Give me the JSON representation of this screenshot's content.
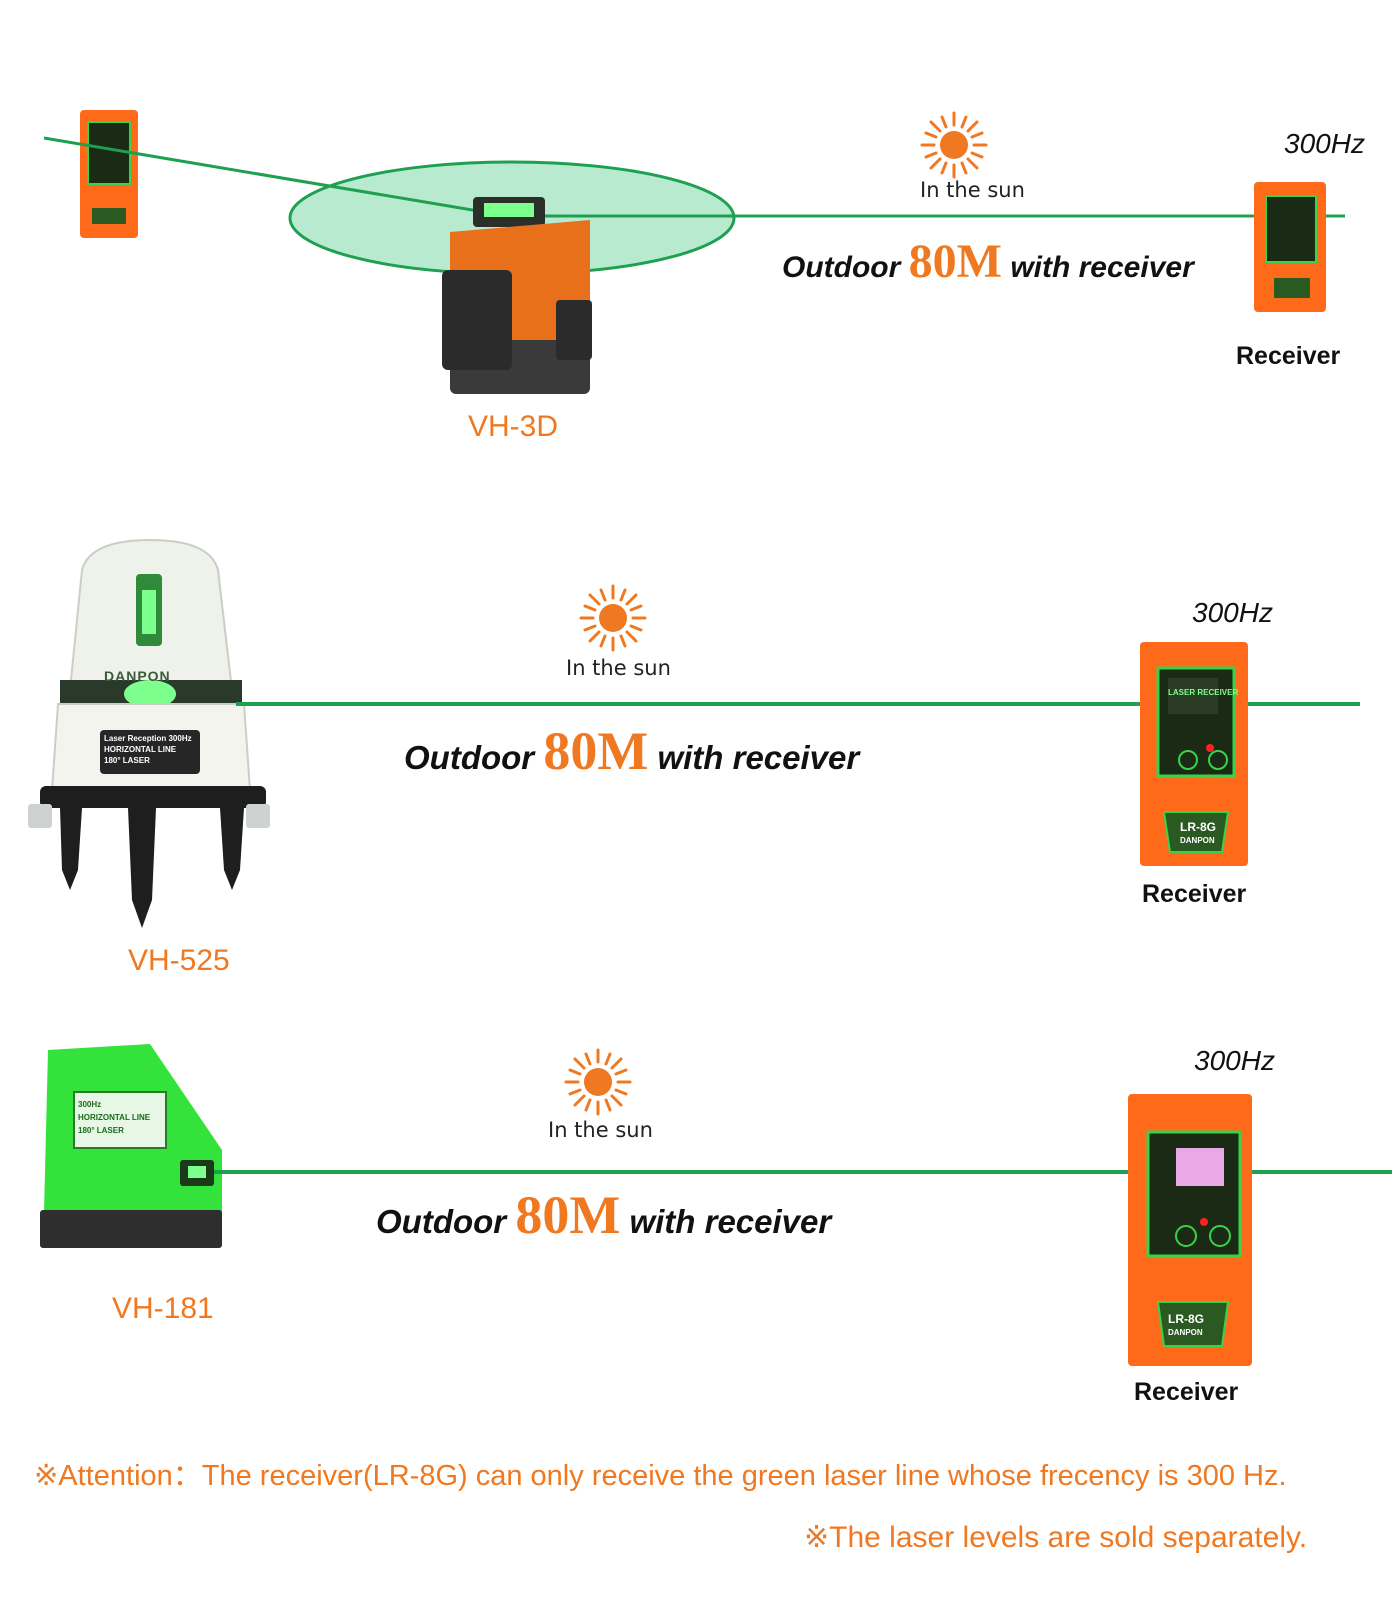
{
  "colors": {
    "orange": "#f07820",
    "laser_green": "#1fa050",
    "device_green": "#34e23c",
    "receiver_orange": "#ff6a1a"
  },
  "sections": [
    {
      "model": "VH-3D",
      "sun_text": "In the sun",
      "outdoor_prefix": "Outdoor",
      "outdoor_distance": "80M",
      "outdoor_suffix": "with receiver",
      "frequency": "300Hz",
      "receiver_label": "Receiver"
    },
    {
      "model": "VH-525",
      "sun_text": "In the sun",
      "outdoor_prefix": "Outdoor",
      "outdoor_distance": "80M",
      "outdoor_suffix": "with receiver",
      "frequency": "300Hz",
      "receiver_label": "Receiver"
    },
    {
      "model": "VH-181",
      "sun_text": "In the sun",
      "outdoor_prefix": "Outdoor",
      "outdoor_distance": "80M",
      "outdoor_suffix": "with receiver",
      "frequency": "300Hz",
      "receiver_label": "Receiver"
    }
  ],
  "device_labels": {
    "vh525_brand": "DANPON",
    "vh525_badge_line1": "Laser Reception 300Hz",
    "vh525_badge_line2": "HORIZONTAL LINE",
    "vh525_badge_line3": "180° LASER",
    "vh181_badge_line1": "300Hz",
    "vh181_badge_line2": "HORIZONTAL LINE",
    "vh181_badge_line3": "180° LASER",
    "receiver_model": "LR-8G",
    "receiver_brand": "DANPON",
    "receiver_screen_text": "LASER RECEIVER"
  },
  "footer": {
    "attention": "※Attention：The receiver(LR-8G) can only receive the green laser line whose frecency is 300 Hz.",
    "sold_separately": "※The laser levels are sold separately."
  }
}
